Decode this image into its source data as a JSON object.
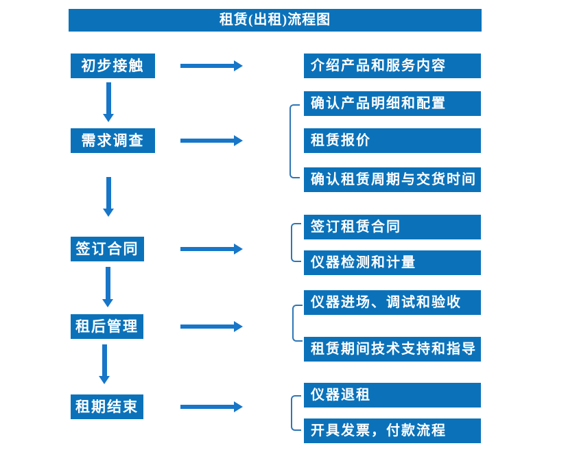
{
  "title": "租赁(出租)流程图",
  "colors": {
    "box": "#0B72BA",
    "arrow": "#1776C8",
    "bracket": "#2E75B6",
    "text": "#FFFFFF"
  },
  "steps": [
    {
      "label": "初步接触",
      "outputs": [
        "介绍产品和服务内容"
      ]
    },
    {
      "label": "需求调查",
      "outputs": [
        "确认产品明细和配置",
        "租赁报价",
        "确认租赁周期与交货时间"
      ]
    },
    {
      "label": "签订合同",
      "outputs": [
        "签订租赁合同",
        "仪器检测和计量"
      ]
    },
    {
      "label": "租后管理",
      "outputs": [
        "仪器进场、调试和验收",
        "租赁期间技术支持和指导"
      ]
    },
    {
      "label": "租期结束",
      "outputs": [
        "仪器退租",
        "开具发票，付款流程"
      ]
    }
  ]
}
